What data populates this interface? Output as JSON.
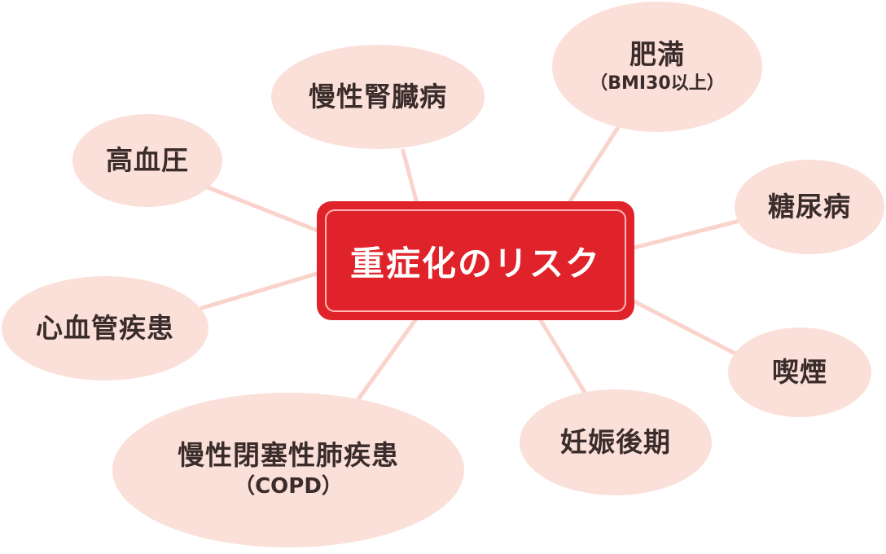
{
  "center": {
    "title": "重症化のリスク"
  },
  "nodes": {
    "hypertension": {
      "label": "高血圧"
    },
    "ckd": {
      "label": "慢性腎臓病"
    },
    "obesity": {
      "label": "肥満",
      "note": "（BMI30以上）"
    },
    "diabetes": {
      "label": "糖尿病"
    },
    "smoking": {
      "label": "喫煙"
    },
    "late_pregnancy": {
      "label": "妊娠後期"
    },
    "copd": {
      "label": "慢性閉塞性肺疾患",
      "note": "（COPD）"
    },
    "cardiovascular": {
      "label": "心血管疾患"
    }
  },
  "colors": {
    "center_fill": "#e0232b",
    "bubble_fill": "#fbdfd9",
    "connector": "#fad3cd",
    "text": "#3a2c2a"
  }
}
